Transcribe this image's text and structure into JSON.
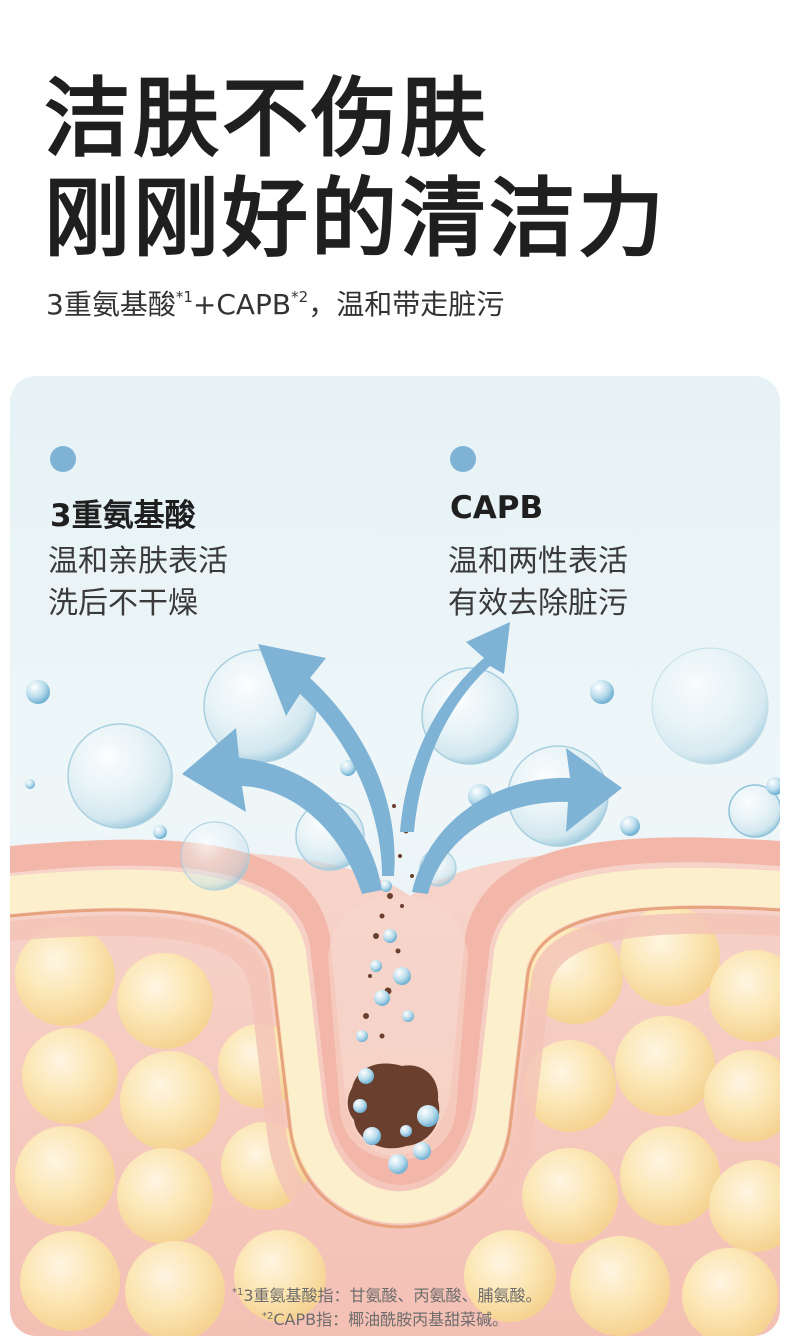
{
  "headline": {
    "line1": "洁肤不伤肤",
    "line2": "刚刚好的清洁力"
  },
  "subtitle": {
    "part1": "3重氨基酸",
    "mark1": "*1",
    "part2": "+CAPB",
    "mark2": "*2",
    "part3": "，温和带走脏污"
  },
  "columns": [
    {
      "heading": "3重氨基酸",
      "lines": [
        "温和亲肤表活",
        "洗后不干燥"
      ]
    },
    {
      "heading": "CAPB",
      "lines": [
        "温和两性表活",
        "有效去除脏污"
      ]
    }
  ],
  "footnotes": [
    {
      "mark": "*1",
      "text": "3重氨基酸指：甘氨酸、丙氨酸、脯氨酸。"
    },
    {
      "mark": "*2",
      "text": "CAPB指：椰油酰胺丙基甜菜碱。"
    }
  ],
  "colors": {
    "accent_blue": "#7fb3d5",
    "skin_pink": "#f4c1b6",
    "skin_cream": "#fbeed0",
    "fat_yellow": "#fbe3a8",
    "dirt_brown": "#6b3f2e"
  }
}
